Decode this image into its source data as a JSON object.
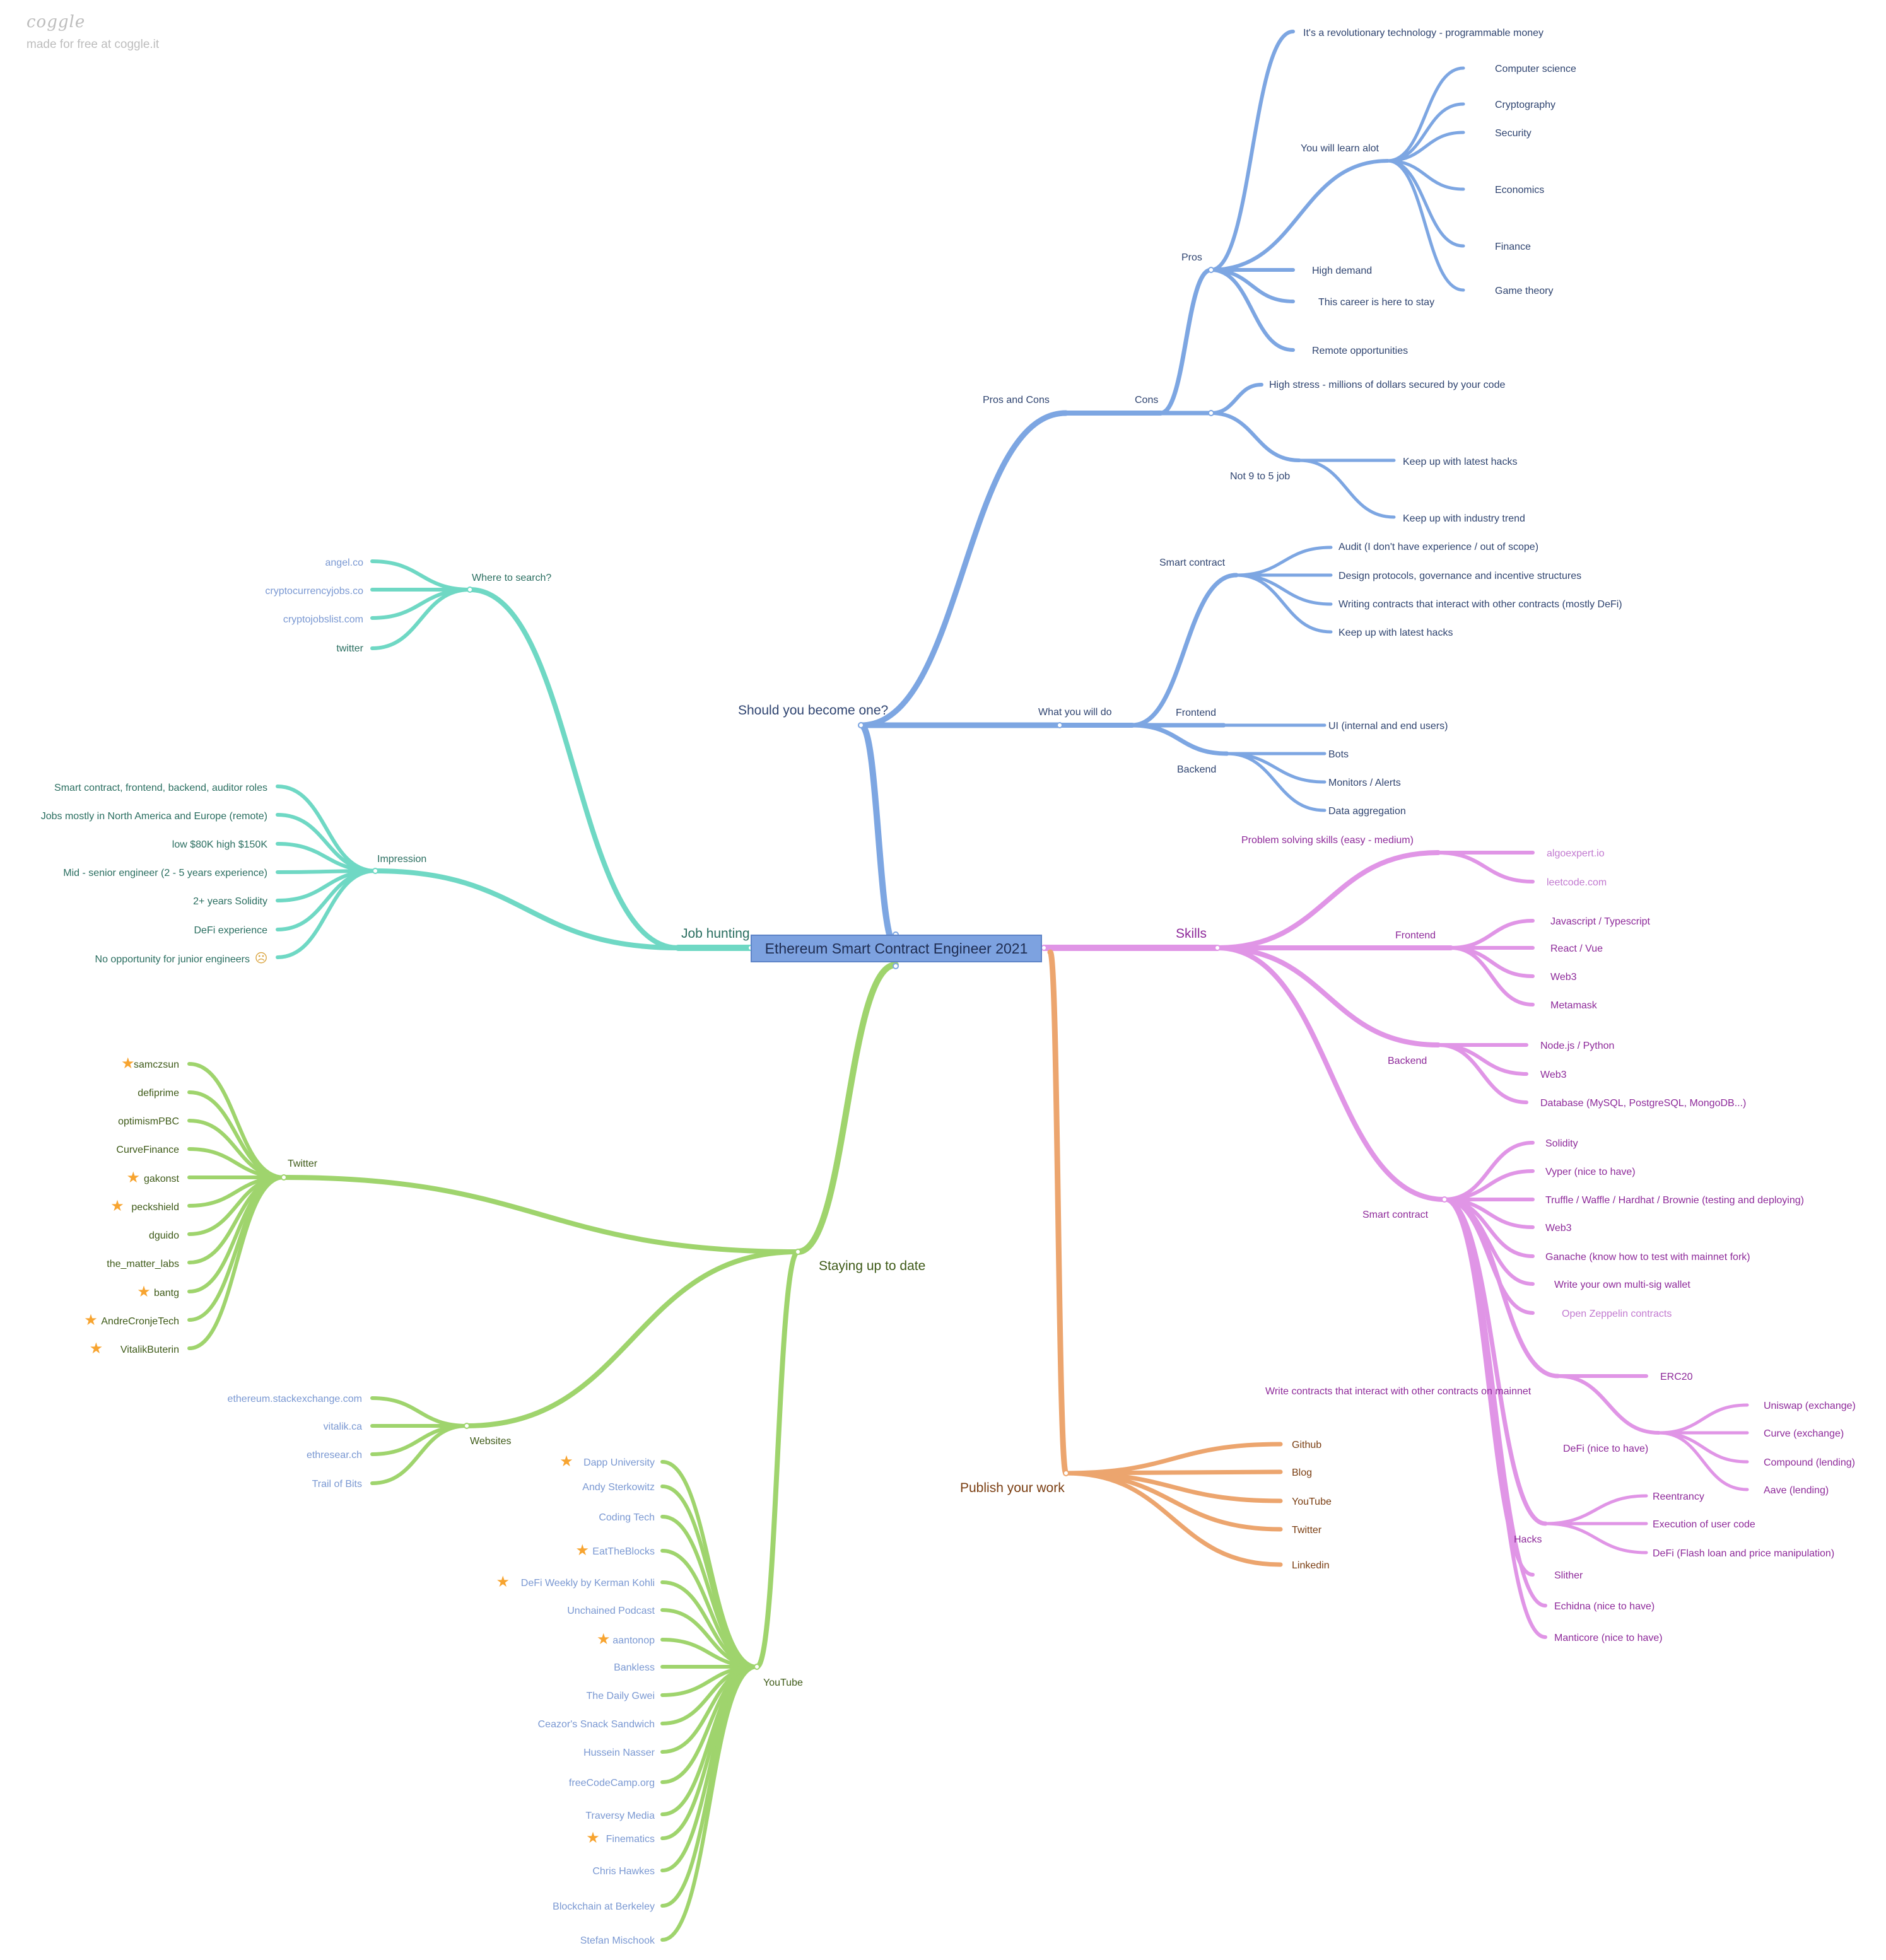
{
  "brand": {
    "logo": "coggle",
    "tagline": "made for free at coggle.it"
  },
  "colors": {
    "blue": "#7da6e2",
    "pink": "#e095e6",
    "orange": "#eca56e",
    "teal": "#6fd8c4",
    "green": "#9fd46d",
    "star": "#f7a430"
  },
  "root": {
    "label": "Ethereum Smart Contract Engineer 2021"
  },
  "branches": {
    "should": "Should you become one?",
    "pros_cons": "Pros and Cons",
    "pros": "Pros",
    "revolutionary": "It's a revolutionary technology - programmable money",
    "learn": "You will learn alot",
    "cs": "Computer science",
    "crypto": "Cryptography",
    "security": "Security",
    "economics": "Economics",
    "finance": "Finance",
    "game": "Game theory",
    "demand": "High demand",
    "stay": "This career is here to stay",
    "remote": "Remote opportunities",
    "cons": "Cons",
    "stress": "High stress - millions of dollars secured by your code",
    "not9": "Not 9 to 5 job",
    "hacks_keep": "Keep up with latest hacks",
    "trend": "Keep up with industry trend",
    "do": "What you will do",
    "sc": "Smart contract",
    "audit": "Audit (I don't have experience / out of scope)",
    "design": "Design protocols, governance and incentive structures",
    "writing": "Writing contracts that interact with other contracts (mostly DeFi)",
    "keep2": "Keep up with latest hacks",
    "frontend": "Frontend",
    "ui": "UI (internal and end users)",
    "backend": "Backend",
    "bots": "Bots",
    "monitors": "Monitors / Alerts",
    "data": "Data aggregation",
    "skills": "Skills",
    "problem": "Problem solving skills (easy - medium)",
    "algo": "algoexpert.io",
    "leet": "leetcode.com",
    "fe": "Frontend",
    "js": "Javascript / Typescript",
    "react": "React / Vue",
    "web3a": "Web3",
    "metamask": "Metamask",
    "be": "Backend",
    "node": "Node.js / Python",
    "web3b": "Web3",
    "db": "Database (MySQL, PostgreSQL, MongoDB...)",
    "sc2": "Smart contract",
    "solidity": "Solidity",
    "vyper": "Vyper (nice to have)",
    "truffle": "Truffle / Waffle / Hardhat / Brownie (testing and deploying)",
    "web3c": "Web3",
    "ganache": "Ganache (know how to test with mainnet fork)",
    "multisig": "Write your own multi-sig wallet",
    "oz": "Open Zeppelin contracts",
    "erc20": "ERC20",
    "mainnet": "Write contracts that interact with other contracts on mainnet",
    "defi": "DeFi (nice to have)",
    "uni": "Uniswap (exchange)",
    "curve": "Curve (exchange)",
    "compound": "Compound (lending)",
    "aave": "Aave (lending)",
    "hacks": "Hacks",
    "reentrancy": "Reentrancy",
    "exec": "Execution of user code",
    "flash": "DeFi (Flash loan and price manipulation)",
    "slither": "Slither",
    "echidna": "Echidna (nice to have)",
    "manticore": "Manticore (nice to have)",
    "publish": "Publish your work",
    "github": "Github",
    "blog": "Blog",
    "youtube_p": "YouTube",
    "twitter_p": "Twitter",
    "linkedin": "Linkedin",
    "job": "Job hunting",
    "where": "Where to search?",
    "angel": "angel.co",
    "ccj": "cryptocurrencyjobs.co",
    "cjl": "cryptojobslist.com",
    "tw": "twitter",
    "impression": "Impression",
    "roles": "Smart contract, frontend, backend, auditor roles",
    "na": "Jobs mostly in North America and Europe (remote)",
    "salary": "low $80K high $150K",
    "mid": "Mid - senior engineer (2 - 5 years experience)",
    "twoy": "2+ years Solidity",
    "defiexp": "DeFi experience",
    "junior": "No opportunity for junior engineers",
    "staying": "Staying up to date",
    "twitter": "Twitter",
    "samczsun": "samczsun",
    "defiprime": "defiprime",
    "optimism": "optimismPBC",
    "curvefi": "CurveFinance",
    "gakonst": "gakonst",
    "peckshield": "peckshield",
    "dguido": "dguido",
    "matter": "the_matter_labs",
    "bantg": "bantg",
    "andre": "AndreCronjeTech",
    "vitalik": "VitalikButerin",
    "websites": "Websites",
    "ese": "ethereum.stackexchange.com",
    "vitalikca": "vitalik.ca",
    "ethresear": "ethresear.ch",
    "tob": "Trail of Bits",
    "youtube": "YouTube",
    "dapp": "Dapp University",
    "andy": "Andy Sterkowitz",
    "codingtech": "Coding Tech",
    "etb": "EatTheBlocks",
    "defiweekly": "DeFi Weekly by Kerman Kohli",
    "unchained": "Unchained Podcast",
    "aantonop": "aantonop",
    "bankless": "Bankless",
    "gwei": "The Daily Gwei",
    "ceazor": "Ceazor's Snack Sandwich",
    "hussein": "Hussein Nasser",
    "fcc": "freeCodeCamp.org",
    "traversy": "Traversy Media",
    "finematics": "Finematics",
    "chris": "Chris Hawkes",
    "berkeley": "Blockchain at Berkeley",
    "stefan": "Stefan Mischook"
  }
}
